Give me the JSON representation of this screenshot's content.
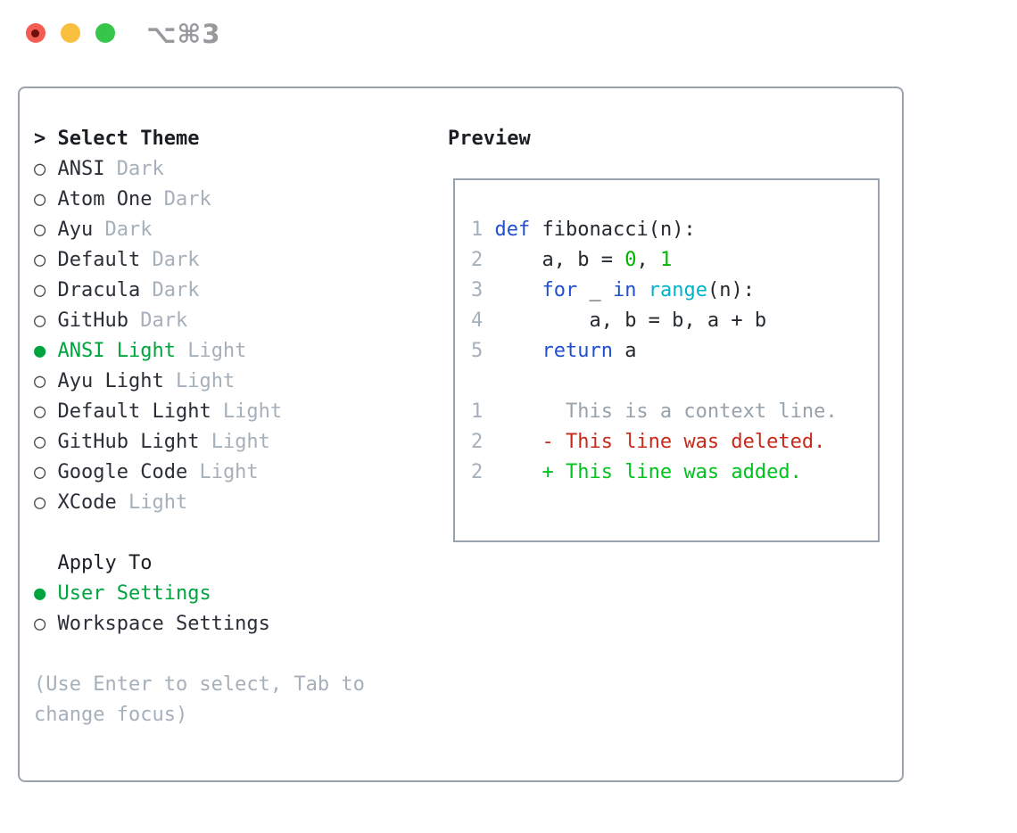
{
  "window": {
    "title_shortcut": "⌥⌘3",
    "traffic_lights": [
      {
        "name": "close-button",
        "color": "#f25c52"
      },
      {
        "name": "minimize-button",
        "color": "#f9bf3f"
      },
      {
        "name": "zoom-button",
        "color": "#35c64a"
      }
    ]
  },
  "markers": {
    "prompt": ">",
    "radio_unselected": "○",
    "radio_selected": "●"
  },
  "theme_panel": {
    "heading": "Select Theme",
    "themes": [
      {
        "label": "ANSI",
        "tag": "Dark",
        "selected": false
      },
      {
        "label": "Atom One",
        "tag": "Dark",
        "selected": false
      },
      {
        "label": "Ayu",
        "tag": "Dark",
        "selected": false
      },
      {
        "label": "Default",
        "tag": "Dark",
        "selected": false
      },
      {
        "label": "Dracula",
        "tag": "Dark",
        "selected": false
      },
      {
        "label": "GitHub",
        "tag": "Dark",
        "selected": false
      },
      {
        "label": "ANSI Light",
        "tag": "Light",
        "selected": true
      },
      {
        "label": "Ayu Light",
        "tag": "Light",
        "selected": false
      },
      {
        "label": "Default Light",
        "tag": "Light",
        "selected": false
      },
      {
        "label": "GitHub Light",
        "tag": "Light",
        "selected": false
      },
      {
        "label": "Google Code",
        "tag": "Light",
        "selected": false
      },
      {
        "label": "XCode",
        "tag": "Light",
        "selected": false
      }
    ],
    "apply_to": {
      "heading": "Apply To",
      "options": [
        {
          "label": "User Settings",
          "selected": true
        },
        {
          "label": "Workspace Settings",
          "selected": false
        }
      ]
    },
    "help_lines": [
      "(Use Enter to select, Tab to",
      "change focus)"
    ]
  },
  "preview": {
    "heading": "Preview",
    "code_lines": [
      {
        "number": "1",
        "segments": [
          {
            "t": "def",
            "c": "kw"
          },
          {
            "t": " fibonacci(n):",
            "c": "plain"
          }
        ]
      },
      {
        "number": "2",
        "segments": [
          {
            "t": "    a, b = ",
            "c": "plain"
          },
          {
            "t": "0",
            "c": "num"
          },
          {
            "t": ", ",
            "c": "plain"
          },
          {
            "t": "1",
            "c": "num"
          }
        ]
      },
      {
        "number": "3",
        "segments": [
          {
            "t": "    ",
            "c": "plain"
          },
          {
            "t": "for",
            "c": "kw"
          },
          {
            "t": " _ ",
            "c": "plain"
          },
          {
            "t": "in",
            "c": "kw"
          },
          {
            "t": " ",
            "c": "plain"
          },
          {
            "t": "range",
            "c": "builtin"
          },
          {
            "t": "(n):",
            "c": "plain"
          }
        ]
      },
      {
        "number": "4",
        "segments": [
          {
            "t": "        a, b = b, a + b",
            "c": "plain"
          }
        ]
      },
      {
        "number": "5",
        "segments": [
          {
            "t": "    ",
            "c": "plain"
          },
          {
            "t": "return",
            "c": "kw"
          },
          {
            "t": " a",
            "c": "plain"
          }
        ]
      }
    ],
    "diff_lines": [
      {
        "number": "1",
        "marker": "",
        "text": "This is a context line.",
        "kind": "context"
      },
      {
        "number": "2",
        "marker": "-",
        "text": "This line was deleted.",
        "kind": "deleted"
      },
      {
        "number": "2",
        "marker": "+",
        "text": "This line was added.",
        "kind": "added"
      }
    ]
  },
  "colors": {
    "panel_border": "#9aa3ad",
    "text_dark": "#24292e",
    "muted_gray": "#a6b0ba",
    "selected_green": "#00a43f",
    "keyword_blue": "#2050d0",
    "builtin_cyan": "#00b4c6",
    "number_green": "#00b400",
    "diff_red": "#c7291b",
    "diff_green": "#00c31d",
    "title_gray": "#97999d"
  }
}
